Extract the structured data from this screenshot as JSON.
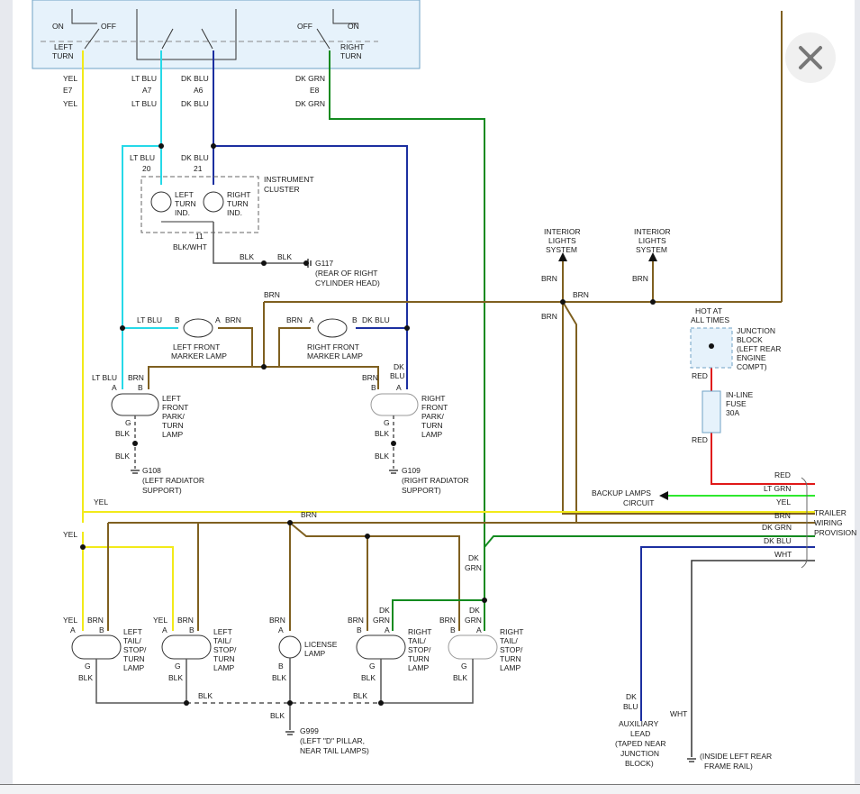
{
  "viewer": {
    "close_label": "×"
  },
  "labels": {
    "sw_on_l": "ON",
    "sw_off_l": "OFF",
    "left_turn_1": "LEFT",
    "left_turn_2": "TURN",
    "sw_off_r": "OFF",
    "sw_on_r": "ON",
    "right_turn_1": "RIGHT",
    "right_turn_2": "TURN",
    "yel_a": "YEL",
    "e7": "E7",
    "yel_b": "YEL",
    "ltblu_a": "LT BLU",
    "a7": "A7",
    "ltblu_b": "LT BLU",
    "dkblu_a": "DK BLU",
    "a6": "A6",
    "dkblu_b": "DK BLU",
    "dkgrn_a": "DK GRN",
    "e8": "E8",
    "dkgrn_b": "DK GRN",
    "ltblu_c": "LT BLU",
    "n20": "20",
    "dkblu_c": "DK BLU",
    "n21": "21",
    "ic_1": "INSTRUMENT",
    "ic_2": "CLUSTER",
    "lti_1": "LEFT",
    "lti_2": "TURN",
    "lti_3": "IND.",
    "rti_1": "RIGHT",
    "rti_2": "TURN",
    "rti_3": "IND.",
    "n11": "11",
    "blkwht": "BLK/WHT",
    "blk_g117a": "BLK",
    "blk_g117b": "BLK",
    "g117_1": "G117",
    "g117_2": "(REAR OF RIGHT",
    "g117_3": "CYLINDER HEAD)",
    "int1_1": "INTERIOR",
    "int1_2": "LIGHTS",
    "int1_3": "SYSTEM",
    "int2_1": "INTERIOR",
    "int2_2": "LIGHTS",
    "int2_3": "SYSTEM",
    "brn_int1": "BRN",
    "brn_int2": "BRN",
    "brn_junc": "BRN",
    "brn_down": "BRN",
    "brn_top": "BRN",
    "hot_1": "HOT AT",
    "hot_2": "ALL TIMES",
    "jb_1": "JUNCTION",
    "jb_2": "BLOCK",
    "jb_3": "(LEFT REAR",
    "jb_4": "ENGINE",
    "jb_5": "COMPT)",
    "red_a": "RED",
    "fuse_1": "IN-LINE",
    "fuse_2": "FUSE",
    "fuse_3": "30A",
    "red_b": "RED",
    "lfm_ltblu": "LT BLU",
    "lfm_b": "B",
    "lfm_a": "A",
    "lfm_brn": "BRN",
    "lfm_1": "LEFT FRONT",
    "lfm_2": "MARKER LAMP",
    "rfm_brn": "BRN",
    "rfm_a": "A",
    "rfm_b": "B",
    "rfm_dkblu": "DK BLU",
    "rfm_1": "RIGHT FRONT",
    "rfm_2": "MARKER LAMP",
    "lfp_ltblu": "LT BLU",
    "lfp_brn": "BRN",
    "lfp_a": "A",
    "lfp_b": "B",
    "lfp_g": "G",
    "lfp_blk": "BLK",
    "lfp_1": "LEFT",
    "lfp_2": "FRONT",
    "lfp_3": "PARK/",
    "lfp_4": "TURN",
    "lfp_5": "LAMP",
    "rfp_brn": "BRN",
    "rfp_dk": "DK",
    "rfp_blu": "BLU",
    "rfp_b": "B",
    "rfp_a": "A",
    "rfp_g": "G",
    "rfp_blk": "BLK",
    "rfp_1": "RIGHT",
    "rfp_2": "FRONT",
    "rfp_3": "PARK/",
    "rfp_4": "TURN",
    "rfp_5": "LAMP",
    "g108_blk": "BLK",
    "g108_1": "G108",
    "g108_2": "(LEFT RADIATOR",
    "g108_3": "SUPPORT)",
    "g109_blk": "BLK",
    "g109_1": "G109",
    "g109_2": "(RIGHT RADIATOR",
    "g109_3": "SUPPORT)",
    "t_red": "RED",
    "t_ltgrn": "LT GRN",
    "t_yel": "YEL",
    "t_brn": "BRN",
    "t_dkgrn": "DK GRN",
    "t_dkblu": "DK BLU",
    "t_wht": "WHT",
    "backup_1": "BACKUP LAMPS",
    "backup_2": "CIRCUIT",
    "trailer_1": "TRAILER",
    "trailer_2": "WIRING",
    "trailer_3": "PROVISION",
    "yel_split": "YEL",
    "yel_low": "YEL",
    "brn_mid": "BRN",
    "dk_mid": "DK",
    "grn_mid": "GRN",
    "lt1_yel": "YEL",
    "lt1_brn": "BRN",
    "lt1_a": "A",
    "lt1_b": "B",
    "lt1_g": "G",
    "lt1_blk": "BLK",
    "lt1_1": "LEFT",
    "lt1_2": "TAIL/",
    "lt1_3": "STOP/",
    "lt1_4": "TURN",
    "lt1_5": "LAMP",
    "lt2_yel": "YEL",
    "lt2_brn": "BRN",
    "lt2_a": "A",
    "lt2_b": "B",
    "lt2_g": "G",
    "lt2_blk": "BLK",
    "lt2_1": "LEFT",
    "lt2_2": "TAIL/",
    "lt2_3": "STOP/",
    "lt2_4": "TURN",
    "lt2_5": "LAMP",
    "lic_brn": "BRN",
    "lic_a": "A",
    "lic_b": "B",
    "lic_blk": "BLK",
    "lic_1": "LICENSE",
    "lic_2": "LAMP",
    "rt1_brn": "BRN",
    "rt1_b": "B",
    "rt1_dk": "DK",
    "rt1_grn": "GRN",
    "rt1_a": "A",
    "rt1_g": "G",
    "rt1_blk": "BLK",
    "rt1_1": "RIGHT",
    "rt1_2": "TAIL/",
    "rt1_3": "STOP/",
    "rt1_4": "TURN",
    "rt1_5": "LAMP",
    "rt2_brn": "BRN",
    "rt2_b": "B",
    "rt2_dk": "DK",
    "rt2_grn": "GRN",
    "rt2_a": "A",
    "rt2_g": "G",
    "rt2_blk": "BLK",
    "rt2_1": "RIGHT",
    "rt2_2": "TAIL/",
    "rt2_3": "STOP/",
    "rt2_4": "TURN",
    "rt2_5": "LAMP",
    "blk_bot1": "BLK",
    "blk_bot2": "BLK",
    "blk_bot3": "BLK",
    "g999_1": "G999",
    "g999_2": "(LEFT \"D\" PILLAR,",
    "g999_3": "NEAR TAIL LAMPS)",
    "aux_dk": "DK",
    "aux_blu": "BLU",
    "aux_1": "AUXILIARY",
    "aux_2": "LEAD",
    "aux_3": "(TAPED NEAR",
    "aux_4": "JUNCTION",
    "aux_5": "BLOCK)",
    "wht_low": "WHT",
    "frame_1": "(INSIDE LEFT REAR",
    "frame_2": "FRAME RAIL)"
  },
  "colors": {
    "yel": "#f2ea1a",
    "ltblu": "#26d9e8",
    "dkblu": "#1c2fa0",
    "dkgrn": "#138a1f",
    "brn": "#7f6020",
    "blk": "#555555",
    "red": "#e01818",
    "ltgrn": "#2ee82e",
    "wht": "#bbbbbb"
  }
}
